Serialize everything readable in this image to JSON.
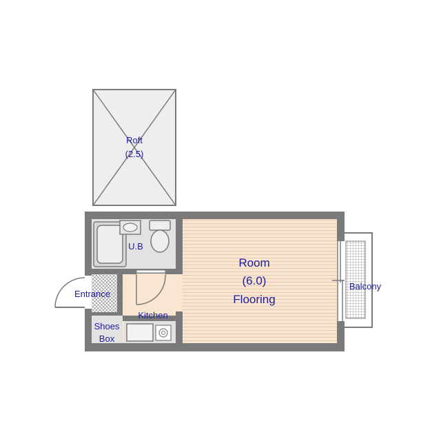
{
  "colors": {
    "wall": "#7a7a7a",
    "loft_fill": "#eeeeee",
    "wet_area": "#e2e2e2",
    "floor_wood": "#f8e6d2",
    "floor_line": "#e8c8a8",
    "label": "#1e1e9e"
  },
  "labels": {
    "loft_name": "Roft",
    "loft_size": "(2.5)",
    "room_name": "Room",
    "room_size": "(6.0)",
    "room_floor": "Flooring",
    "bath": "U.B",
    "entrance": "Entrance",
    "kitchen": "Kitchen",
    "shoes_line1": "Shoes",
    "shoes_line2": "Box",
    "balcony": "Balcony"
  },
  "icons": [
    "bathtub-icon",
    "sink-icon",
    "toilet-icon",
    "stove-icon",
    "door-swing-icon",
    "sliding-window-icon"
  ]
}
